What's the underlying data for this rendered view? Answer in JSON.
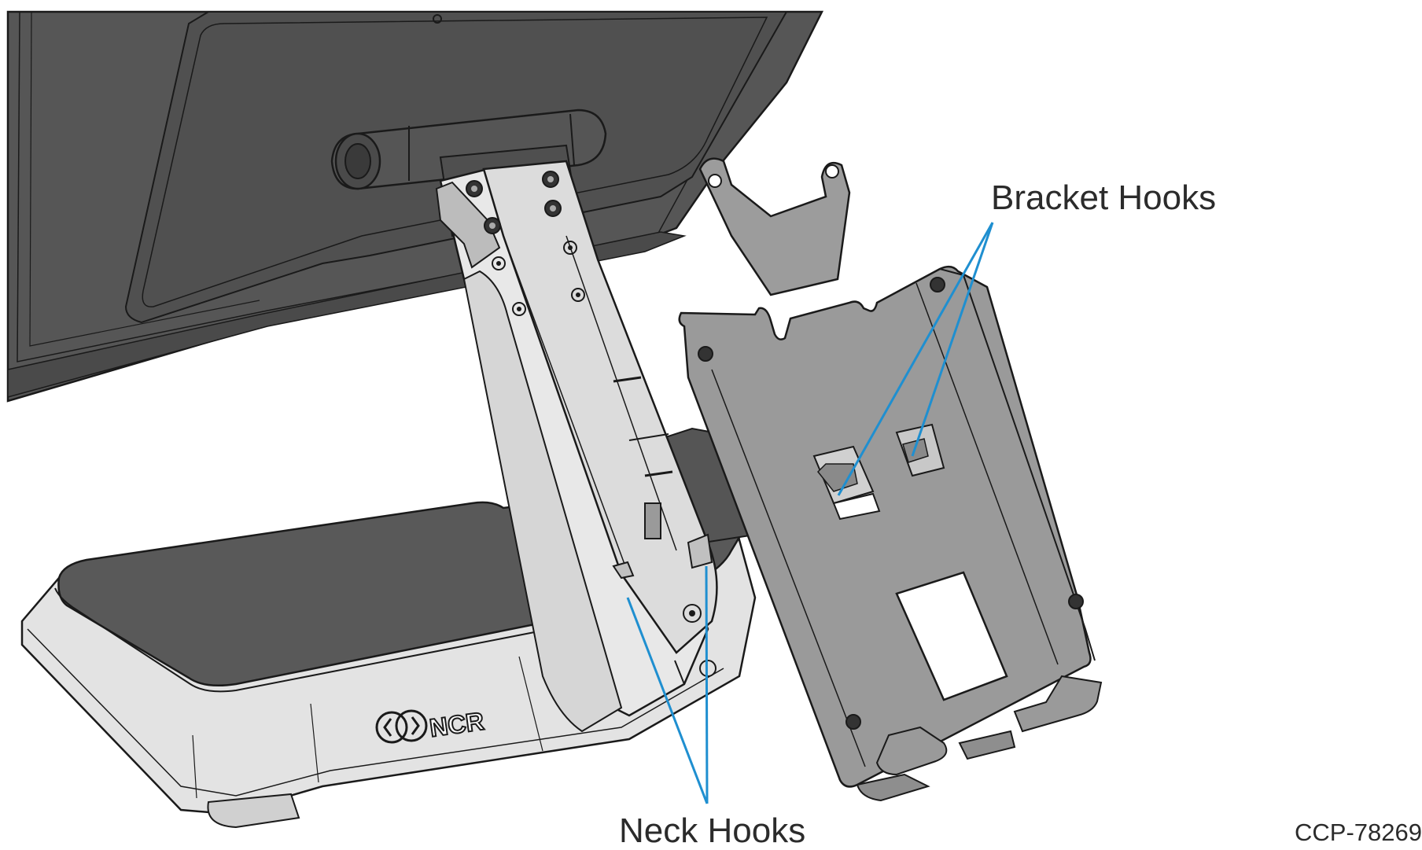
{
  "callouts": {
    "bracket_hooks": "Bracket Hooks",
    "neck_hooks": "Neck Hooks"
  },
  "drawing_id": "CCP-78269",
  "logo_text": "NCR",
  "colors": {
    "dark_panel": "#595959",
    "medium_panel": "#9a9a9a",
    "light_panel": "#d8d8d8",
    "outline": "#1a1a1a",
    "leader": "#1f8fd0",
    "background": "#ffffff"
  }
}
